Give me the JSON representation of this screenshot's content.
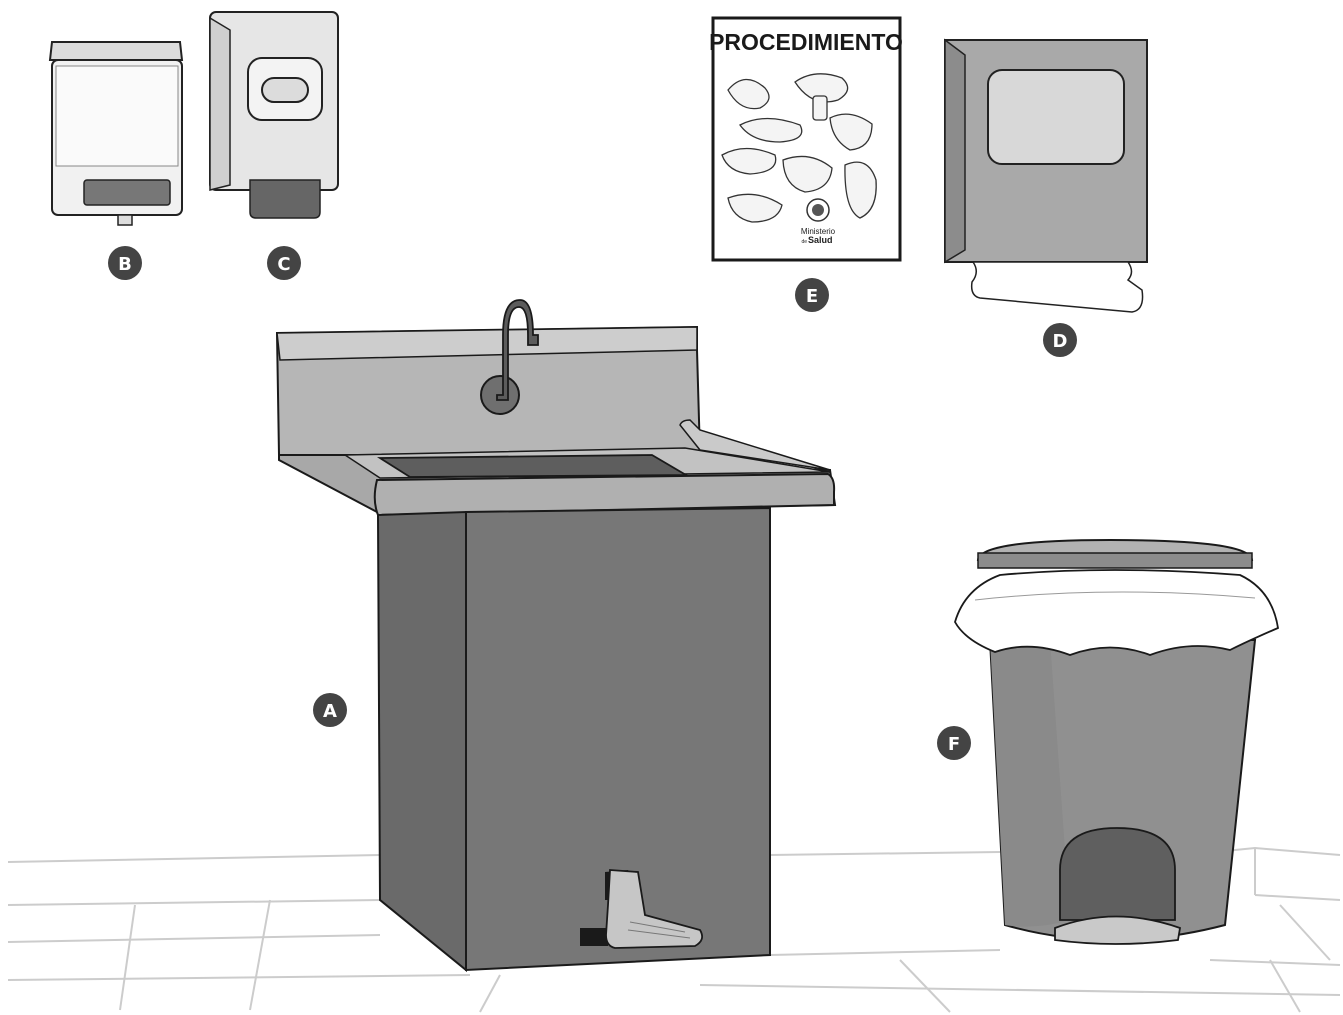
{
  "labels": {
    "sink": "A",
    "soap_dispenser": "B",
    "sanitizer_dispenser": "C",
    "towel_dispenser": "D",
    "poster": "E",
    "trash_bin": "F"
  },
  "poster": {
    "title": "PROCEDIMIENTO",
    "logo_text_top": "Ministerio",
    "logo_text_de": "de",
    "logo_text_bottom": "Salud"
  },
  "colors": {
    "badge": "#444444",
    "cabinet": "#777777",
    "cabinet_side": "#6a6a6a",
    "steel_light": "#b3b3b3",
    "steel_mid": "#999999",
    "outline": "#1a1a1a",
    "floor_line": "#cccccc"
  }
}
